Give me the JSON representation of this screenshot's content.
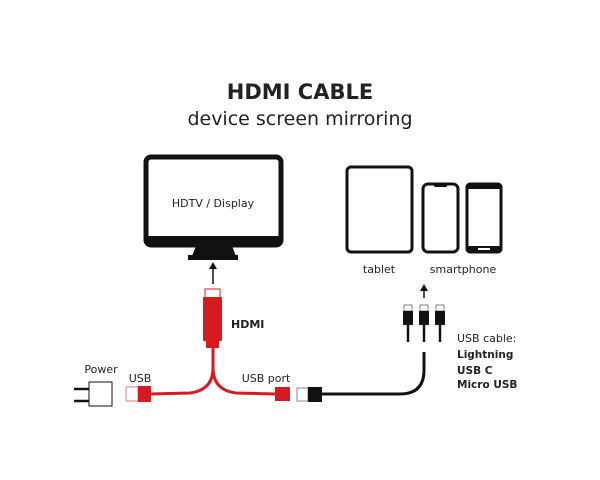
{
  "title": "HDMI CABLE",
  "subtitle": "device screen mirroring",
  "display_label": "HDTV / Display",
  "tablet_label": "tablet",
  "smartphone_label": "smartphone",
  "hdmi_label": "HDMI",
  "power_label": "Power",
  "usb_label": "USB",
  "usb_port_label": "USB port",
  "usb_cable": {
    "heading": "USB cable:",
    "types": [
      "Lightning",
      "USB C",
      "Micro USB"
    ]
  },
  "colors": {
    "cable_red": "#d71920",
    "cable_black": "#111111"
  }
}
